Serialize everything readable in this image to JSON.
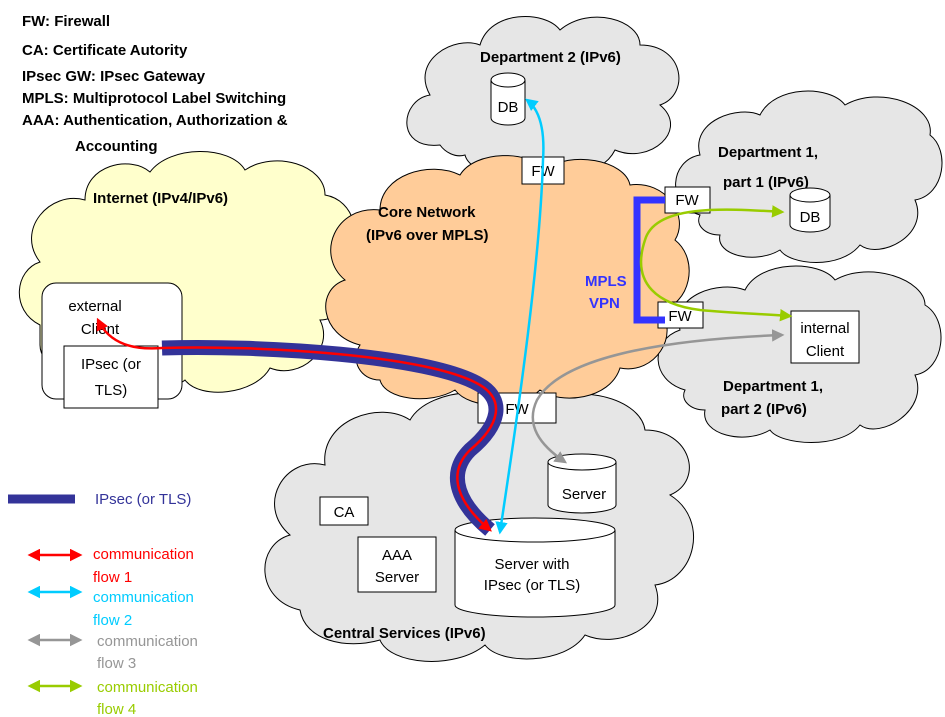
{
  "abbreviations": [
    "FW: Firewall",
    "CA: Certificate Autority",
    "IPsec GW: IPsec Gateway",
    "MPLS: Multiprotocol Label Switching",
    "AAA: Authentication, Authorization &",
    "Accounting"
  ],
  "clouds": {
    "internet": "Internet (IPv4/IPv6)",
    "core_line1": "Core Network",
    "core_line2": "(IPv6 over MPLS)",
    "dept2": "Department 2 (IPv6)",
    "dept1p1_line1": "Department 1,",
    "dept1p1_line2": "part 1 (IPv6)",
    "dept1p2_line1": "Department 1,",
    "dept1p2_line2": "part 2 (IPv6)",
    "central": "Central Services (IPv6)"
  },
  "nodes": {
    "fw": "FW",
    "db": "DB",
    "external_client_line1": "external",
    "external_client_line2": "Client",
    "ipsec_box_line1": "IPsec (or",
    "ipsec_box_line2": "TLS)",
    "internal_client_line1": "internal",
    "internal_client_line2": "Client",
    "server": "Server",
    "server_ipsec_line1": "Server with",
    "server_ipsec_line2": "IPsec (or TLS)",
    "ca": "CA",
    "aaa_line1": "AAA",
    "aaa_line2": "Server",
    "mpls_vpn_line1": "MPLS",
    "mpls_vpn_line2": "VPN"
  },
  "legend": {
    "ipsec": "IPsec (or TLS)",
    "flow1_line1": "communication",
    "flow1_line2": "flow 1",
    "flow2_line1": "communication",
    "flow2_line2": "flow 2",
    "flow3_line1": "communication",
    "flow3_line2": "flow 3",
    "flow4_line1": "communication",
    "flow4_line2": "flow 4"
  },
  "colors": {
    "cloud_grey": "#e6e6e6",
    "cloud_yellow": "#ffffcc",
    "cloud_orange": "#ffcc99",
    "ipsec_tunnel": "#333399",
    "flow1": "#ff0000",
    "flow2": "#00ccff",
    "flow3": "#969696",
    "flow4": "#99cc00",
    "mpls": "#3333ff"
  }
}
